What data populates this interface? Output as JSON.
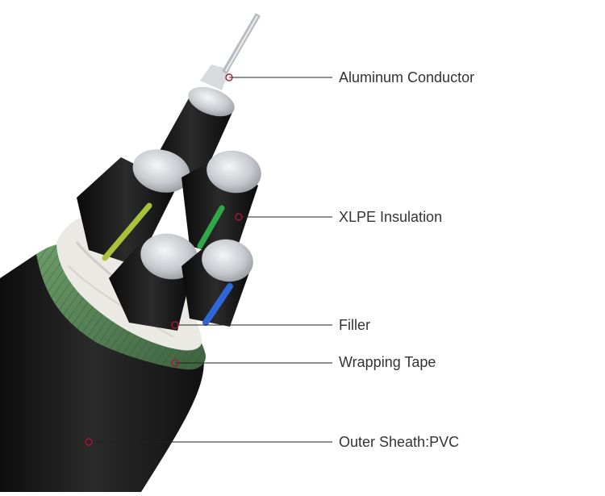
{
  "callouts": [
    {
      "label": "Aluminum Conductor"
    },
    {
      "label": "XLPE Insulation"
    },
    {
      "label": "Filler"
    },
    {
      "label": "Wrapping Tape"
    },
    {
      "label": "Outer Sheath:PVC"
    }
  ],
  "colors": {
    "sheath": "#1e1e1e",
    "wrap_tape": "#4f7a4f",
    "filler": "#e8e6df",
    "aluminum": "#c9cdd1",
    "insulation": "#161616",
    "stripe_yellow_green": "#a8c23a",
    "stripe_green": "#2fa84a",
    "stripe_blue": "#2f67d8",
    "marker": "#a3173a",
    "leader_line": "#222222",
    "label_text": "#333333"
  }
}
